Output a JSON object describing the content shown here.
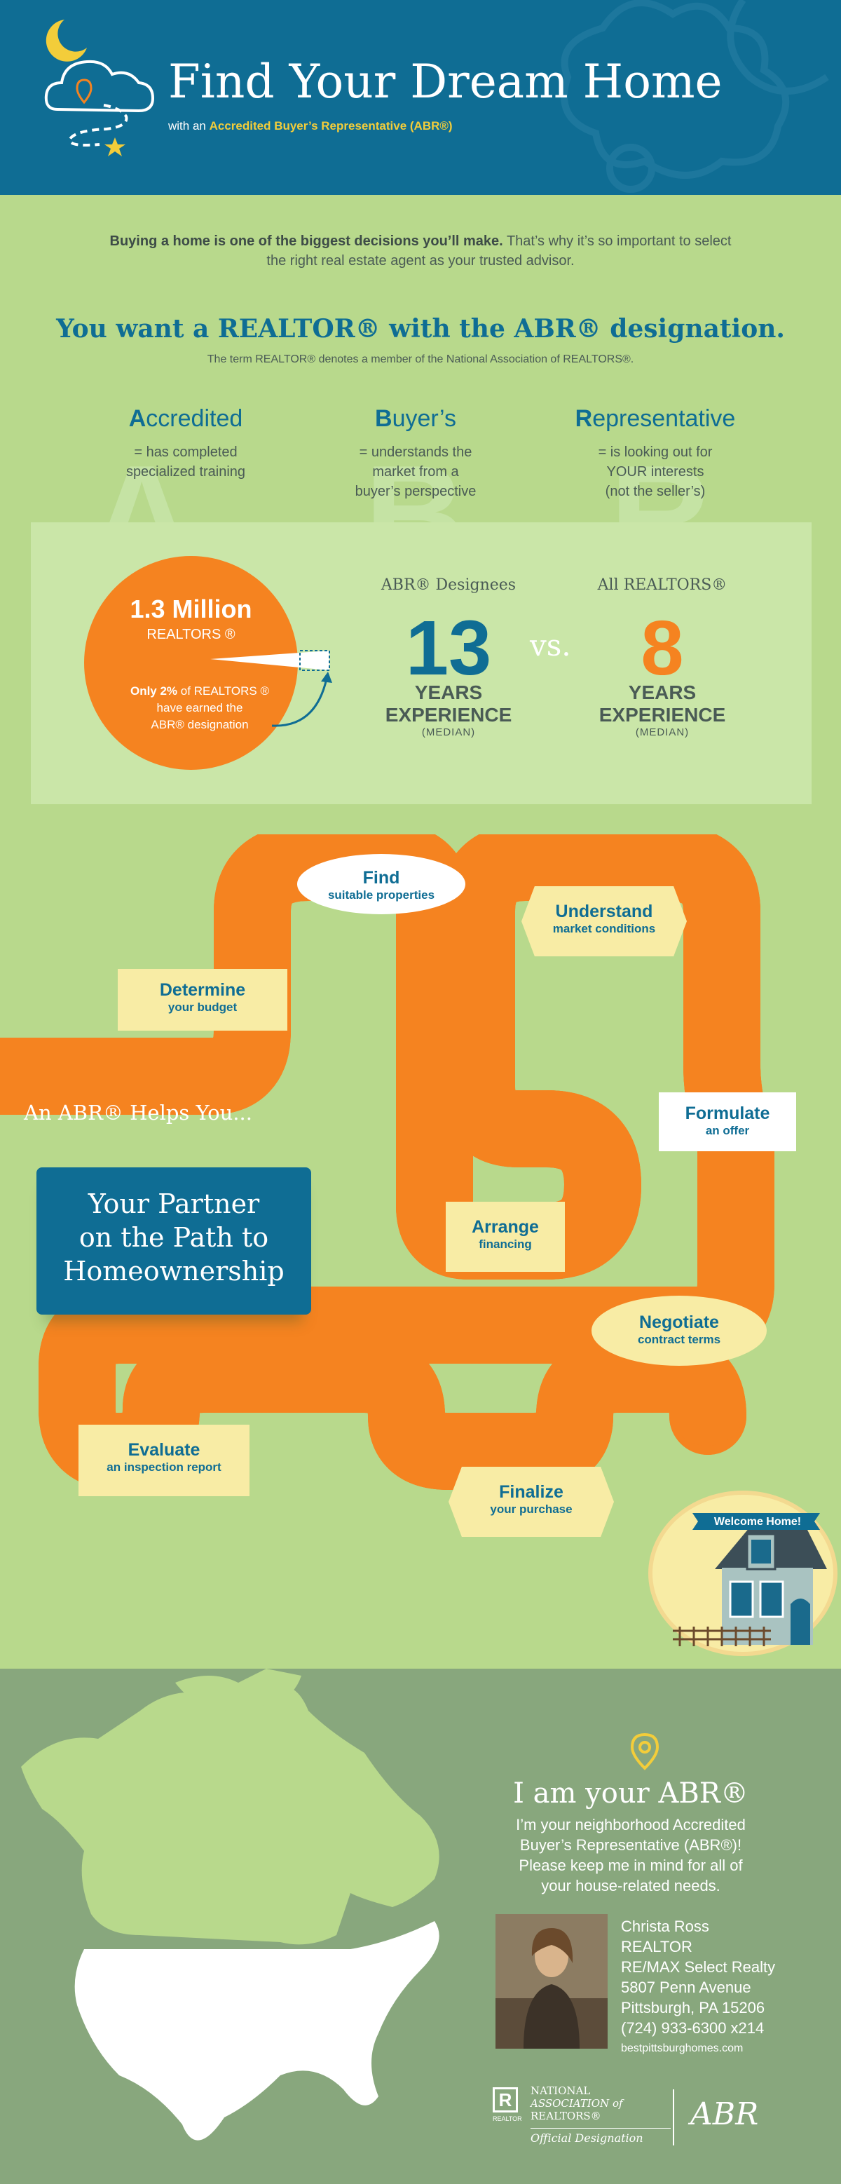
{
  "header": {
    "title": "Find Your Dream Home",
    "subtitle_prefix": "with an",
    "subtitle_highlight": "Accredited Buyer’s Representative (ABR®)"
  },
  "intro": {
    "bold": "Buying a home is one of the biggest decisions you’ll make.",
    "rest": "That’s why it’s so important to select the right real estate agent as your trusted advisor."
  },
  "designation": {
    "headline": "You want a REALTOR® with the ABR® designation.",
    "term_note": "The term REALTOR®  denotes a member of the National Association of REALTORS®."
  },
  "abr_columns": [
    {
      "initial": "A",
      "rest": "ccredited",
      "line1": "= has completed",
      "line2": "specialized training",
      "line3": ""
    },
    {
      "initial": "B",
      "rest": "uyer’s",
      "line1": "= understands the",
      "line2": "market from a",
      "line3": "buyer’s perspective"
    },
    {
      "initial": "R",
      "rest": "epresentative",
      "line1": "= is looking out for",
      "line2": "YOUR interests",
      "line3": "(not the seller’s)"
    }
  ],
  "background_letters": [
    "A",
    "B",
    "R"
  ],
  "stats": {
    "million": "1.3 Million",
    "realtors": "REALTORS ®",
    "only_bold": "Only 2%",
    "only_rest": "of REALTORS ®",
    "earned1": "have earned the",
    "earned2": "ABR® designation",
    "abr_label": "ABR® Designees",
    "abr_years": "13",
    "vs": "vs.",
    "all_label": "All REALTORS®",
    "all_years": "8",
    "years": "YEARS",
    "experience": "EXPERIENCE",
    "median": "(MEDIAN)"
  },
  "path": {
    "helps": "An ABR® Helps You...",
    "partner": [
      "Your Partner",
      "on the Path to",
      "Homeownership"
    ],
    "steps": [
      {
        "title": "Find",
        "sub": "suitable properties"
      },
      {
        "title": "Understand",
        "sub": "market conditions"
      },
      {
        "title": "Determine",
        "sub": "your budget"
      },
      {
        "title": "Formulate",
        "sub": "an offer"
      },
      {
        "title": "Arrange",
        "sub": "financing"
      },
      {
        "title": "Negotiate",
        "sub": "contract terms"
      },
      {
        "title": "Evaluate",
        "sub": "an inspection report"
      },
      {
        "title": "Finalize",
        "sub": "your purchase"
      }
    ],
    "welcome": "Welcome Home!"
  },
  "agent": {
    "heading": "I am your ABR®",
    "desc": [
      "I’m your neighborhood Accredited",
      "Buyer’s Representative (ABR®)!",
      "Please keep me in mind for all of",
      "your house-related needs."
    ],
    "name": "Christa Ross",
    "title": "REALTOR",
    "company": "RE/MAX Select Realty",
    "address1": "5807 Penn Avenue",
    "address2": "Pittsburgh, PA 15206",
    "phone": "(724) 933-6300 x214",
    "website": "bestpittsburghomes.com"
  },
  "logos": {
    "nar_line1": "NATIONAL",
    "nar_line2": "ASSOCIATION of",
    "nar_line3": "REALTORS®",
    "nar_small": "REALTOR",
    "official": "Official Designation",
    "abr": "ABR"
  },
  "colors": {
    "blue": "#0f6d94",
    "green_bg": "#b8d98c",
    "orange": "#f58320",
    "road": "#d9a63b",
    "yellow_box": "#f8eca5",
    "map_bg": "#88a77d"
  }
}
